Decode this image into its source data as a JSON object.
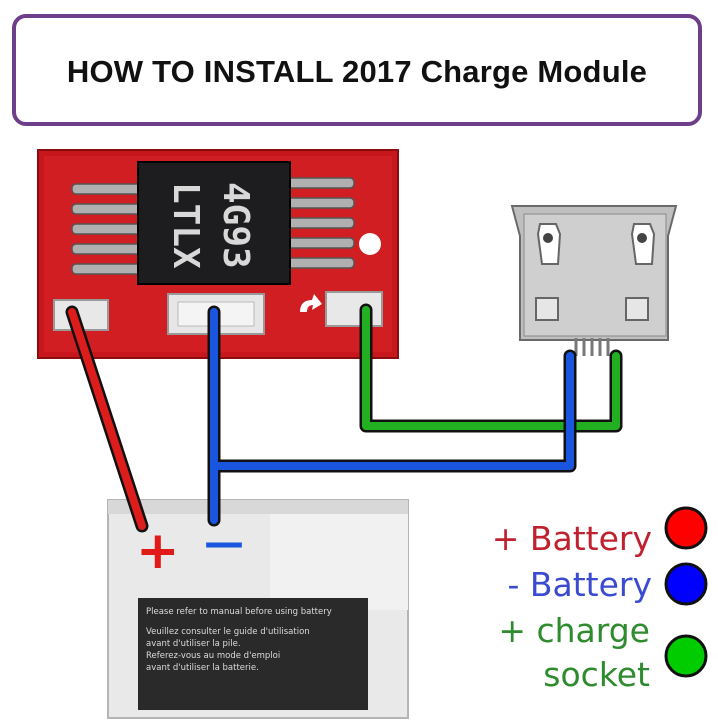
{
  "title": "HOW TO INSTALL 2017 Charge Module",
  "chip": {
    "line1": "LTLX",
    "line2": "4G93"
  },
  "battery": {
    "plus_symbol": "+",
    "minus_symbol": "—",
    "label_lines": [
      "Please refer to manual before using battery",
      "Veuillez consulter le guide d'utilisation",
      "avant d'utiliser la pile.",
      "Referez-vous au mode d'emploi",
      "avant d'utiliser la batterie."
    ]
  },
  "legend": [
    {
      "text": "+ Battery",
      "color": "#c0212f",
      "dot": "#ff0000"
    },
    {
      "text": "- Battery",
      "color": "#3b4bd1",
      "dot": "#0000ff"
    },
    {
      "text": "+ charge",
      "color": "#2e8b2e",
      "dot": "#00cc00"
    },
    {
      "text": "socket",
      "color": "#2e8b2e"
    }
  ],
  "colors": {
    "title_border": "#6d3e8a",
    "wire_positive": "#dd1c1c",
    "wire_negative": "#1a55e0",
    "wire_charge": "#22b022",
    "pcb": "#c8171c"
  }
}
